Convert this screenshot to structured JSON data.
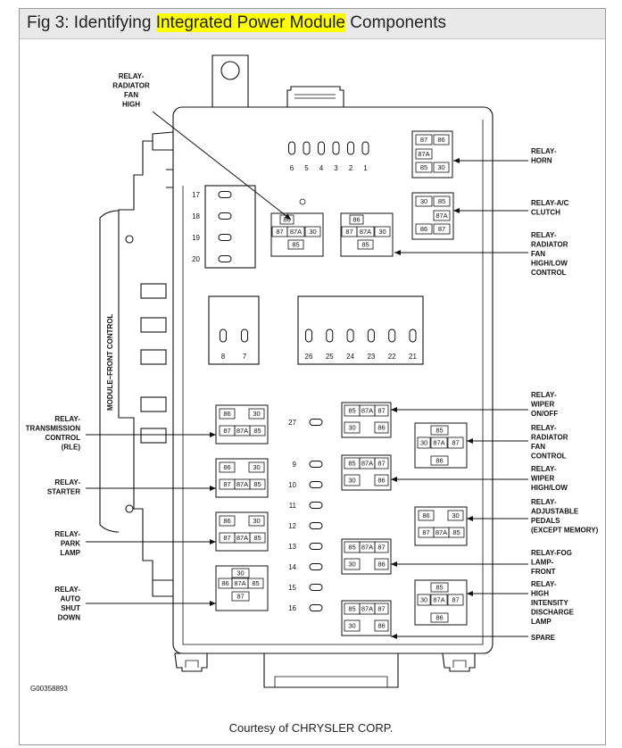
{
  "title": {
    "before": "Fig 3: Identifying ",
    "highlight": "Integrated Power Module",
    "after": " Components"
  },
  "colors": {
    "highlight": "#ffff00",
    "line": "#111111"
  },
  "module_label": "MODULE–FRONT CONTROL",
  "figure_code": "G00358893",
  "courtesy": "Courtesy of CHRYSLER CORP.",
  "fuses": {
    "top": [
      "6",
      "5",
      "4",
      "3",
      "2",
      "1"
    ],
    "left": [
      "17",
      "18",
      "19",
      "20"
    ],
    "mid_left": [
      "8",
      "7"
    ],
    "mid_right": [
      "26",
      "25",
      "24",
      "23",
      "22",
      "21"
    ],
    "column": [
      "27",
      "9",
      "10",
      "11",
      "12",
      "13",
      "14",
      "15",
      "16"
    ]
  },
  "relays": [
    {
      "id": "radiator-fan-high",
      "pins": [
        "86",
        "87",
        "87A",
        "30",
        "85"
      ]
    },
    {
      "id": "radiator-fan-high-low",
      "pins": [
        "86",
        "87",
        "87A",
        "30",
        "85"
      ]
    },
    {
      "id": "horn",
      "pins": [
        "87",
        "86",
        "87A",
        "85",
        "30"
      ]
    },
    {
      "id": "ac-clutch",
      "pins": [
        "30",
        "85",
        "87A",
        "86",
        "87"
      ]
    },
    {
      "id": "transmission-control",
      "pins": [
        "86",
        "30",
        "87",
        "87A",
        "85"
      ]
    },
    {
      "id": "starter",
      "pins": [
        "86",
        "30",
        "87",
        "87A",
        "85"
      ]
    },
    {
      "id": "park-lamp",
      "pins": [
        "86",
        "30",
        "87",
        "87A",
        "85"
      ]
    },
    {
      "id": "auto-shut-down",
      "pins": [
        "30",
        "86",
        "87A",
        "85",
        "87"
      ]
    },
    {
      "id": "wiper-on-off",
      "pins": [
        "85",
        "87A",
        "87",
        "30",
        "86"
      ]
    },
    {
      "id": "radiator-fan-control",
      "pins": [
        "85",
        "30",
        "87A",
        "87",
        "86"
      ]
    },
    {
      "id": "wiper-high-low",
      "pins": [
        "85",
        "87A",
        "87",
        "30",
        "86"
      ]
    },
    {
      "id": "adjustable-pedals",
      "pins": [
        "86",
        "30",
        "87",
        "87A",
        "85"
      ]
    },
    {
      "id": "fog-lamp-front",
      "pins": [
        "85",
        "87A",
        "87",
        "30",
        "86"
      ]
    },
    {
      "id": "hid-lamp",
      "pins": [
        "85",
        "30",
        "87A",
        "87",
        "86"
      ]
    },
    {
      "id": "spare",
      "pins": [
        "85",
        "87A",
        "87",
        "30",
        "86"
      ]
    }
  ],
  "callouts": {
    "radiator_fan_high": [
      "RELAY-",
      "RADIATOR",
      "FAN",
      "HIGH"
    ],
    "horn": [
      "RELAY-",
      "HORN"
    ],
    "ac_clutch": [
      "RELAY-A/C",
      "CLUTCH"
    ],
    "radiator_fan_high_low": [
      "RELAY-",
      "RADIATOR",
      "FAN",
      "HIGH/LOW",
      "CONTROL"
    ],
    "transmission_control": [
      "RELAY-",
      "TRANSMISSION",
      "CONTROL",
      "(RLE)"
    ],
    "starter": [
      "RELAY-",
      "STARTER"
    ],
    "park_lamp": [
      "RELAY-",
      "PARK",
      "LAMP"
    ],
    "auto_shut_down": [
      "RELAY-",
      "AUTO",
      "SHUT",
      "DOWN"
    ],
    "wiper_on_off": [
      "RELAY-",
      "WIPER",
      "ON/OFF"
    ],
    "radiator_fan_control": [
      "RELAY-",
      "RADIATOR",
      "FAN",
      "CONTROL"
    ],
    "wiper_high_low": [
      "RELAY-",
      "WIPER",
      "HIGH/LOW"
    ],
    "adjustable_pedals": [
      "RELAY-",
      "ADJUSTABLE",
      "PEDALS",
      "(EXCEPT MEMORY)"
    ],
    "fog_lamp_front": [
      "RELAY-FOG",
      "LAMP-",
      "FRONT"
    ],
    "hid_lamp": [
      "RELAY-",
      "HIGH",
      "INTENSITY",
      "DISCHARGE",
      "LAMP"
    ],
    "spare": [
      "SPARE"
    ]
  }
}
